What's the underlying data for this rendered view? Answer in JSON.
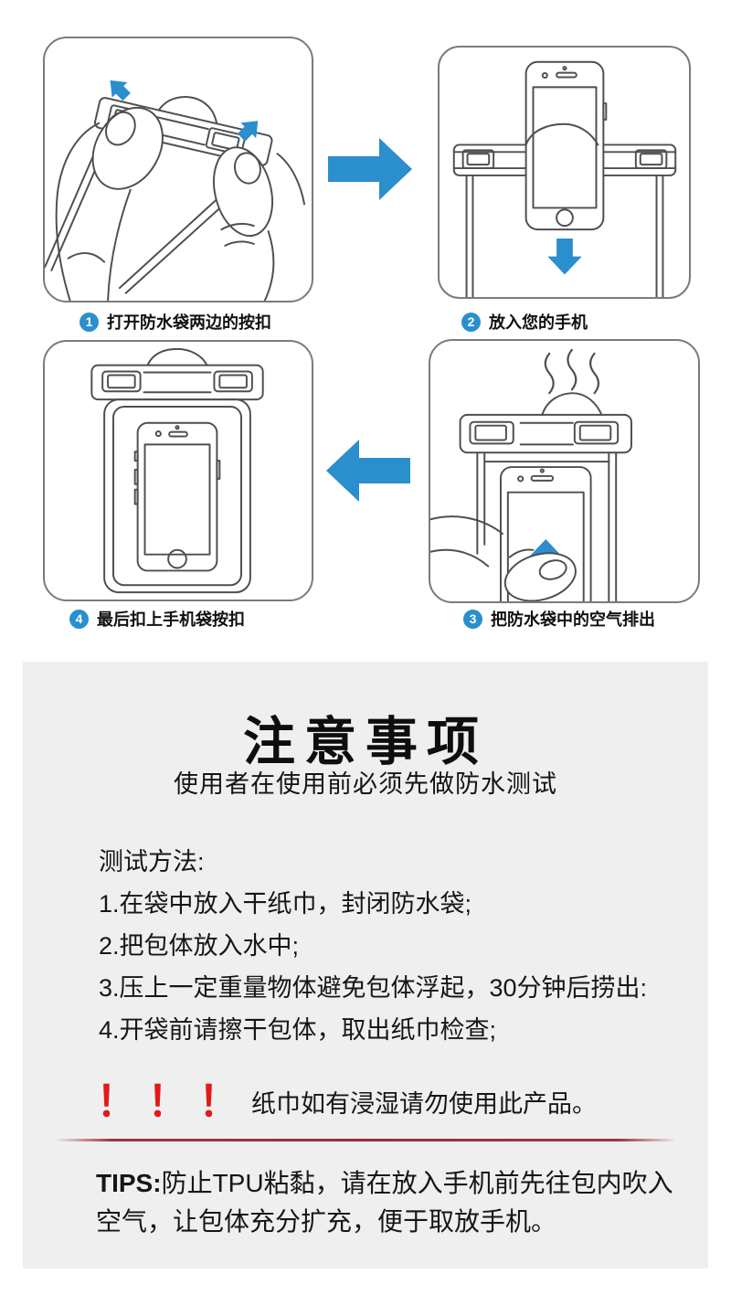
{
  "steps": [
    {
      "num": "1",
      "label": "打开防水袋两边的按扣"
    },
    {
      "num": "2",
      "label": "放入您的手机"
    },
    {
      "num": "3",
      "label": "把防水袋中的空气排出"
    },
    {
      "num": "4",
      "label": "最后扣上手机袋按扣"
    }
  ],
  "notice": {
    "title": "注意事项",
    "subtitle": "使用者在使用前必须先做防水测试",
    "method_heading": "测试方法:",
    "method_steps": [
      "1.在袋中放入干纸巾，封闭防水袋;",
      "2.把包体放入水中;",
      "3.压上一定重量物体避免包体浮起，30分钟后捞出:",
      "4.开袋前请擦干包体，取出纸巾检查;"
    ],
    "warning_marks": "！！！",
    "warning_text": "纸巾如有浸湿请勿使用此产品。",
    "tips_label": "TIPS:",
    "tips_text": "防止TPU粘黏，请在放入手机前先往包内吹入空气，让包体充分扩充，便于取放手机。"
  },
  "colors": {
    "accent_blue": "#2b8ecd",
    "badge_blue": "#2a8fce",
    "warning_red": "#e21a1a",
    "divider_red": "#9e2a36",
    "notice_bg": "#efefef",
    "panel_border": "#7b7b7b",
    "sketch_line": "#4f4f4f"
  },
  "icons": {
    "arrow-right-icon": "➡",
    "arrow-left-icon": "⬅",
    "arrow-down-icon": "⬇",
    "arrow-up-icon": "⬆",
    "arrow-up-left-icon": "⬉",
    "arrow-up-right-icon": "⬈"
  }
}
